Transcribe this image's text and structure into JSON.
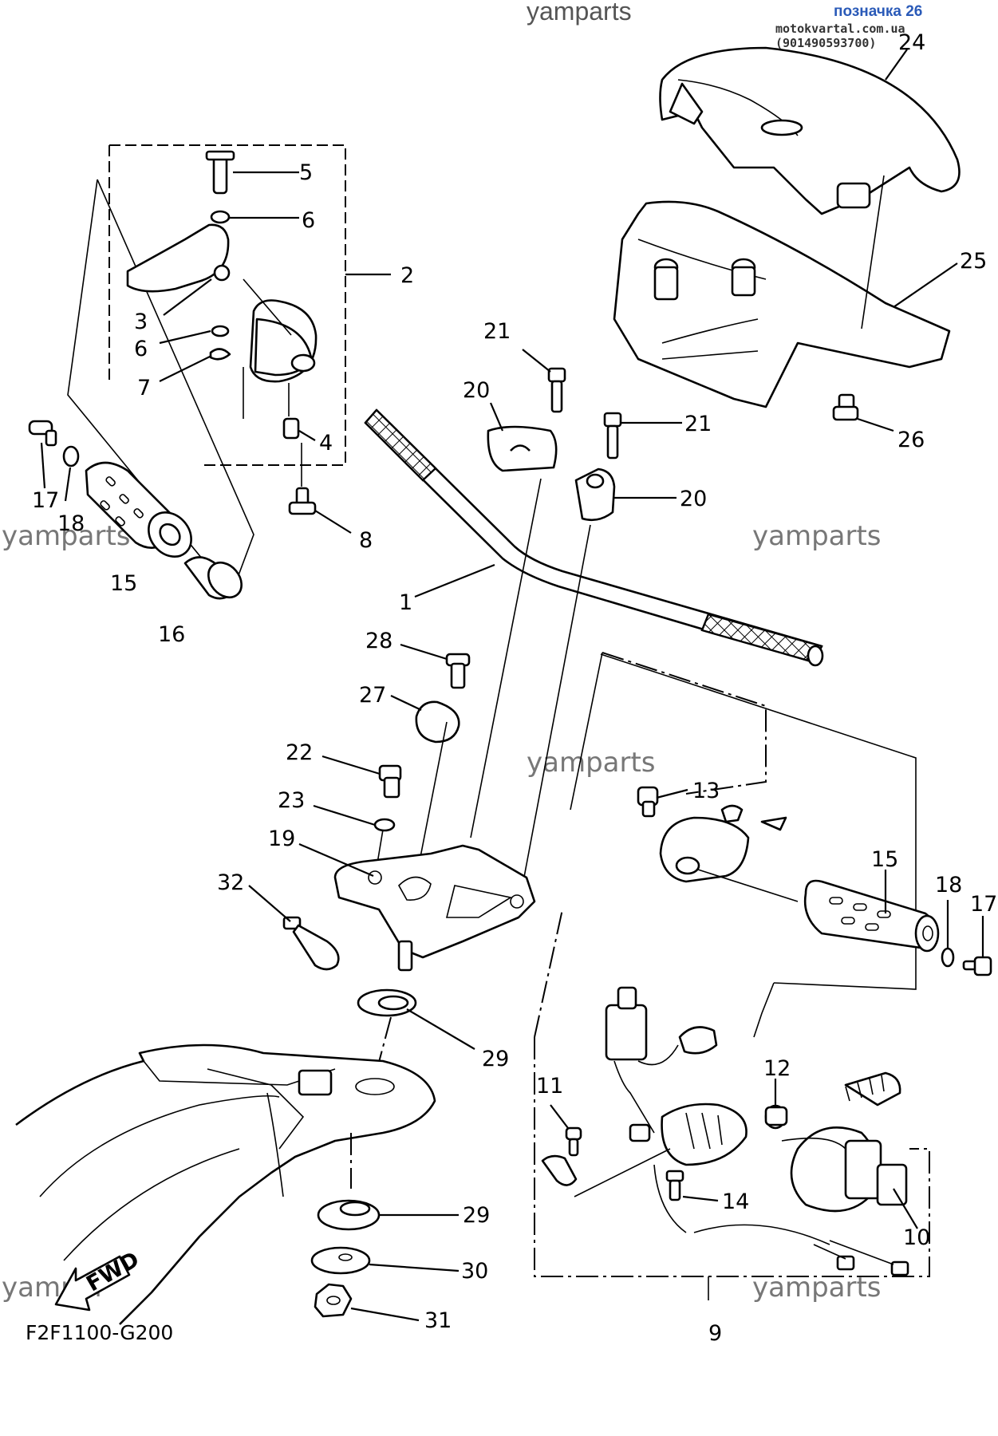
{
  "header": {
    "site": "yamparts",
    "tag": "позначка 26",
    "contact": "motokvartal.com.ua (901490593700)"
  },
  "watermark": "yamparts",
  "diagram_code": "F2F1100-G200",
  "fwd_label": "FWD",
  "callouts": [
    {
      "id": "c1",
      "label": "1"
    },
    {
      "id": "c2",
      "label": "2"
    },
    {
      "id": "c3",
      "label": "3"
    },
    {
      "id": "c4",
      "label": "4"
    },
    {
      "id": "c5",
      "label": "5"
    },
    {
      "id": "c6a",
      "label": "6"
    },
    {
      "id": "c6b",
      "label": "6"
    },
    {
      "id": "c7",
      "label": "7"
    },
    {
      "id": "c8",
      "label": "8"
    },
    {
      "id": "c9",
      "label": "9"
    },
    {
      "id": "c10",
      "label": "10"
    },
    {
      "id": "c11",
      "label": "11"
    },
    {
      "id": "c12",
      "label": "12"
    },
    {
      "id": "c13",
      "label": "13"
    },
    {
      "id": "c14",
      "label": "14"
    },
    {
      "id": "c15a",
      "label": "15"
    },
    {
      "id": "c15b",
      "label": "15"
    },
    {
      "id": "c16",
      "label": "16"
    },
    {
      "id": "c17a",
      "label": "17"
    },
    {
      "id": "c17b",
      "label": "17"
    },
    {
      "id": "c18a",
      "label": "18"
    },
    {
      "id": "c18b",
      "label": "18"
    },
    {
      "id": "c19",
      "label": "19"
    },
    {
      "id": "c20a",
      "label": "20"
    },
    {
      "id": "c20b",
      "label": "20"
    },
    {
      "id": "c21a",
      "label": "21"
    },
    {
      "id": "c21b",
      "label": "21"
    },
    {
      "id": "c22",
      "label": "22"
    },
    {
      "id": "c23",
      "label": "23"
    },
    {
      "id": "c24",
      "label": "24"
    },
    {
      "id": "c25",
      "label": "25"
    },
    {
      "id": "c26",
      "label": "26"
    },
    {
      "id": "c27",
      "label": "27"
    },
    {
      "id": "c28",
      "label": "28"
    },
    {
      "id": "c29a",
      "label": "29"
    },
    {
      "id": "c29b",
      "label": "29"
    },
    {
      "id": "c30",
      "label": "30"
    },
    {
      "id": "c31",
      "label": "31"
    },
    {
      "id": "c32",
      "label": "32"
    }
  ]
}
